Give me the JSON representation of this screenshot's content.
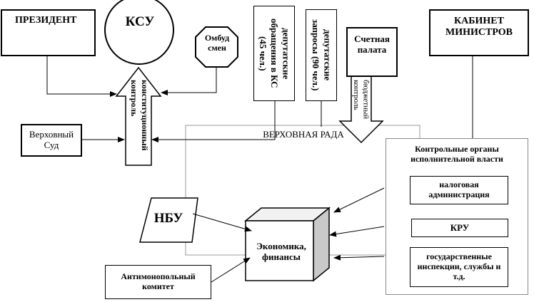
{
  "nodes": {
    "president": "ПРЕЗИДЕНТ",
    "ksu": "КСУ",
    "ombudsman": "Омбуд смен",
    "appeals_ks": "депутатские\nобращения в КС\n(45 чел.)",
    "requests": "депутатские\nзапросы (90 чел.)",
    "accounting_chamber": "Счетная палата",
    "cabinet": "КАБИНЕТ МИНИСТРОВ",
    "supreme_court": "Верховный Суд",
    "constitutional_control": "конституционный\nконтроль",
    "budget_control": "бюджетный\nконтроль",
    "verkhovna_rada": "ВЕРХОВНАЯ РАДА",
    "exec_control": "Контрольные органы исполнительной власти",
    "tax_admin": "налоговая администрация",
    "kru": "КРУ",
    "state_inspections": "государственные инспекции, службы и т.д.",
    "nbu": "НБУ",
    "economy": "Экономика, финансы",
    "antimonopoly": "Антимонопольный комитет"
  },
  "colors": {
    "line": "#000000",
    "rada_frame": "#999999",
    "cube_top": "#f2f2f2",
    "cube_side": "#c9c9c9"
  }
}
